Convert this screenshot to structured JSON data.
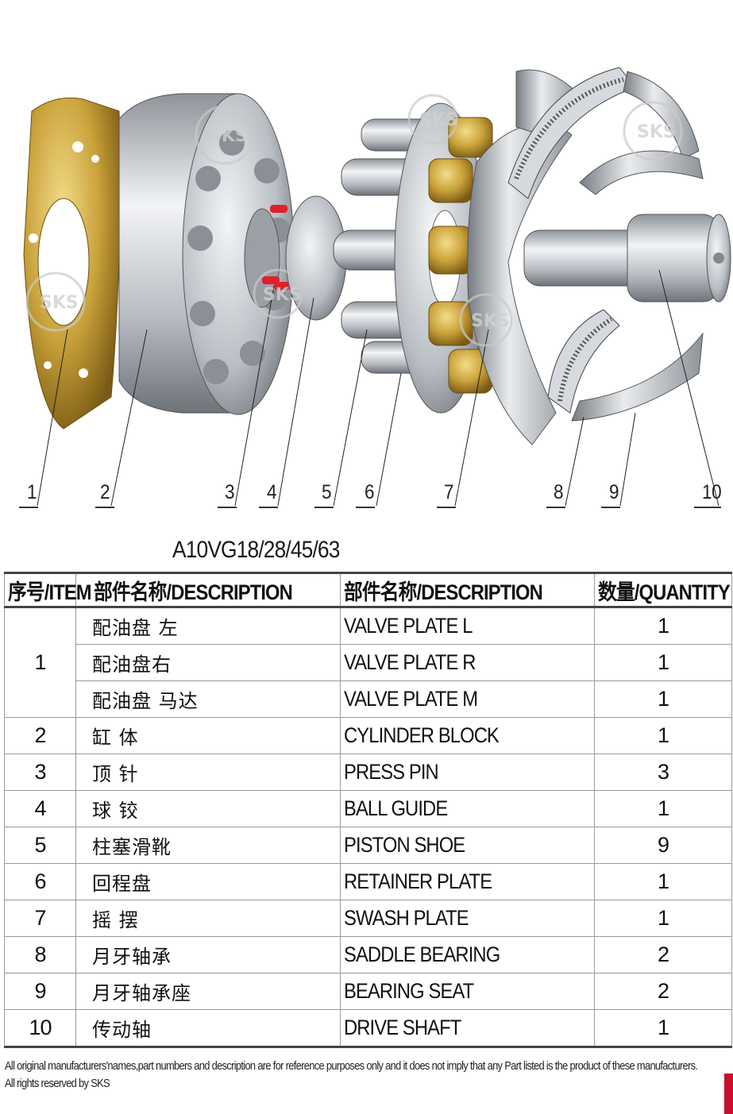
{
  "diagram": {
    "watermark": "SKS",
    "callouts": [
      "1",
      "2",
      "3",
      "4",
      "5",
      "6",
      "7",
      "8",
      "9",
      "10"
    ]
  },
  "model": "A10VG18/28/45/63",
  "table": {
    "headers": {
      "item": "序号/ITEM",
      "desc_cn": "部件名称/DESCRIPTION",
      "desc_en": "部件名称/DESCRIPTION",
      "qty": "数量/QUANTITY"
    },
    "rows": [
      {
        "item": "1",
        "cn": "配油盘 左",
        "en": "VALVE PLATE L",
        "qty": "1"
      },
      {
        "item": "",
        "cn": "配油盘右",
        "en": "VALVE PLATE R",
        "qty": "1"
      },
      {
        "item": "",
        "cn": "配油盘 马达",
        "en": "VALVE PLATE M",
        "qty": "1"
      },
      {
        "item": "2",
        "cn": "缸 体",
        "en": "CYLINDER BLOCK",
        "qty": "1"
      },
      {
        "item": "3",
        "cn": "顶 针",
        "en": "PRESS PIN",
        "qty": "3"
      },
      {
        "item": "4",
        "cn": "球 铰",
        "en": "BALL GUIDE",
        "qty": "1"
      },
      {
        "item": "5",
        "cn": "柱塞滑靴",
        "en": "PISTON SHOE",
        "qty": "9"
      },
      {
        "item": "6",
        "cn": "回程盘",
        "en": "RETAINER PLATE",
        "qty": "1"
      },
      {
        "item": "7",
        "cn": "摇 摆",
        "en": "SWASH PLATE",
        "qty": "1"
      },
      {
        "item": "8",
        "cn": "月牙轴承",
        "en": "SADDLE BEARING",
        "qty": "2"
      },
      {
        "item": "9",
        "cn": "月牙轴承座",
        "en": "BEARING SEAT",
        "qty": "2"
      },
      {
        "item": "10",
        "cn": "传动轴",
        "en": "DRIVE SHAFT",
        "qty": "1"
      }
    ]
  },
  "disclaimer": {
    "line1": "All original manufacturers'names,part numbers and description are for reference purposes only and it does not imply that any Part listed is the product of these manufacturers.",
    "line2": "All rights reserved by SKS"
  },
  "colors": {
    "brass": "#c9a23a",
    "steel": "#b8bdc3",
    "red_tab": "#c8102e",
    "pin_red": "#e0202a"
  }
}
